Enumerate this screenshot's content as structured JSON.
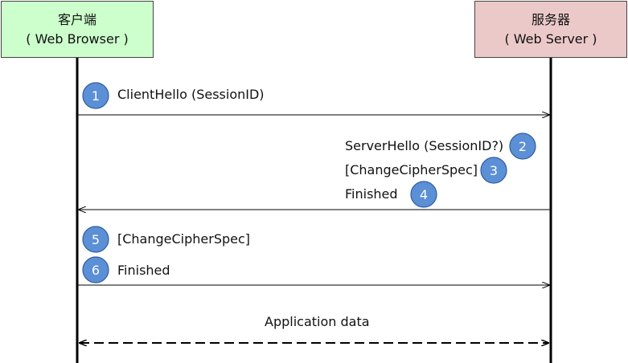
{
  "client": {
    "title": "客户端",
    "subtitle": "( Web Browser )"
  },
  "server": {
    "title": "服务器",
    "subtitle": "( Web Server )"
  },
  "messages": [
    {
      "step": "1",
      "label": "ClientHello (SessionID)"
    },
    {
      "step": "2",
      "label": "ServerHello (SessionID?)"
    },
    {
      "step": "3",
      "label": "[ChangeCipherSpec]"
    },
    {
      "step": "4",
      "label": "Finished"
    },
    {
      "step": "5",
      "label": "[ChangeCipherSpec]"
    },
    {
      "step": "6",
      "label": "Finished"
    }
  ],
  "application_data": {
    "label": "Application data"
  },
  "colors": {
    "client_box": "#ccffcc",
    "server_box": "#ecc9c9",
    "step_circle": "#5b8fd6",
    "lifeline": "#000000"
  }
}
